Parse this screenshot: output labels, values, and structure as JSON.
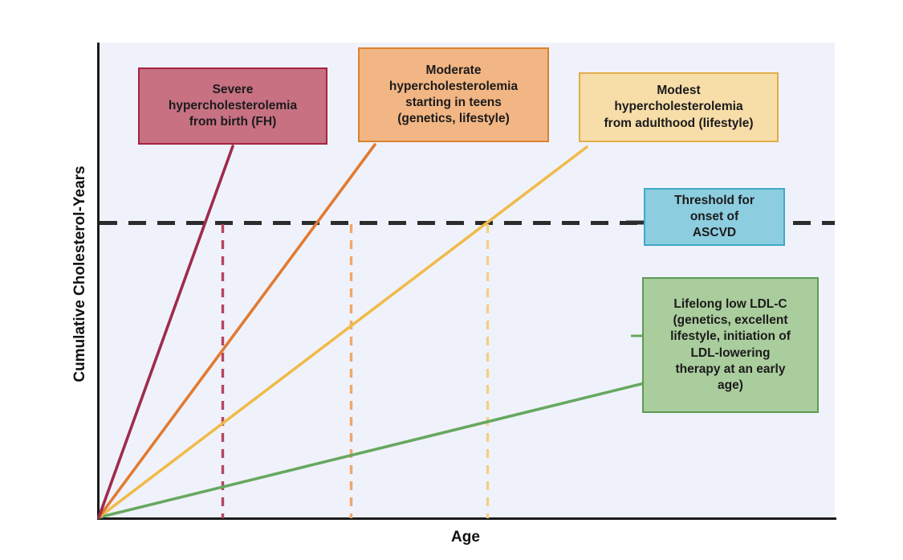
{
  "chart_data": {
    "type": "line",
    "title": "",
    "xlabel": "Age",
    "ylabel": "Cumulative Cholesterol-Years",
    "xlim": [
      0,
      100
    ],
    "ylim": [
      0,
      100
    ],
    "grid": false,
    "axis_ticks": false,
    "legend": "inline annotation boxes",
    "plot_background": "#f0f2fb",
    "threshold": {
      "label": "Threshold for\nonset of\nASCVD",
      "y": 62,
      "style": "dashed",
      "color": "#2b2b2b"
    },
    "series": [
      {
        "name": "Severe hypercholesterolemia from birth (FH)",
        "label": "Severe\nhypercholesterolemia\nfrom birth (FH)",
        "color": "#9e2b4c",
        "box_fill": "#c77183",
        "box_border": "#a5243d",
        "slope_steepness": "steepest",
        "x": [
          0,
          26
        ],
        "y": [
          0,
          100
        ],
        "threshold_crossing_x": 16,
        "dash_color": "#b5455f"
      },
      {
        "name": "Moderate hypercholesterolemia starting in teens (genetics, lifestyle)",
        "label": "Moderate\nhypercholesterolemia\nstarting in teens\n(genetics, lifestyle)",
        "color": "#e07b32",
        "box_fill": "#f2b684",
        "box_border": "#d9812f",
        "slope_steepness": "steep",
        "x": [
          0,
          48
        ],
        "y": [
          0,
          100
        ],
        "threshold_crossing_x": 34,
        "dash_color": "#efa76c"
      },
      {
        "name": "Modest hypercholesterolemia from adulthood (lifestyle)",
        "label": "Modest\nhypercholesterolemia\nfrom adulthood (lifestyle)",
        "color": "#f0bb4a",
        "box_fill": "#f7dda8",
        "box_border": "#e2ad4a",
        "slope_steepness": "moderate",
        "x": [
          0,
          74
        ],
        "y": [
          0,
          100
        ],
        "threshold_crossing_x": 53,
        "dash_color": "#f5cf86"
      },
      {
        "name": "Lifelong low LDL-C",
        "label": "Lifelong low LDL-C\n(genetics, excellent\nlifestyle, initiation of\nLDL-lowering\ntherapy at an early\nage)",
        "color": "#67a860",
        "box_fill": "#aacd9d",
        "box_border": "#5d9b53",
        "slope_steepness": "shallow",
        "x": [
          0,
          100
        ],
        "y": [
          0,
          49
        ],
        "threshold_crossing_x": null,
        "dash_color": null
      }
    ],
    "annotations": [
      {
        "name": "threshold-box",
        "text": "Threshold for\nonset of\nASCVD",
        "fill": "#8dcde0",
        "border": "#3fa9c9"
      }
    ]
  },
  "axes": {
    "x_title": "Age",
    "y_title": "Cumulative Cholesterol-Years"
  },
  "boxes": {
    "severe": "Severe\nhypercholesterolemia\nfrom birth (FH)",
    "moderate": "Moderate\nhypercholesterolemia\nstarting in teens\n(genetics, lifestyle)",
    "modest": "Modest\nhypercholesterolemia\nfrom adulthood (lifestyle)",
    "threshold": "Threshold for\nonset of\nASCVD",
    "lifelong": "Lifelong low LDL-C\n(genetics, excellent\nlifestyle, initiation of\nLDL-lowering\ntherapy at an early\nage)"
  }
}
